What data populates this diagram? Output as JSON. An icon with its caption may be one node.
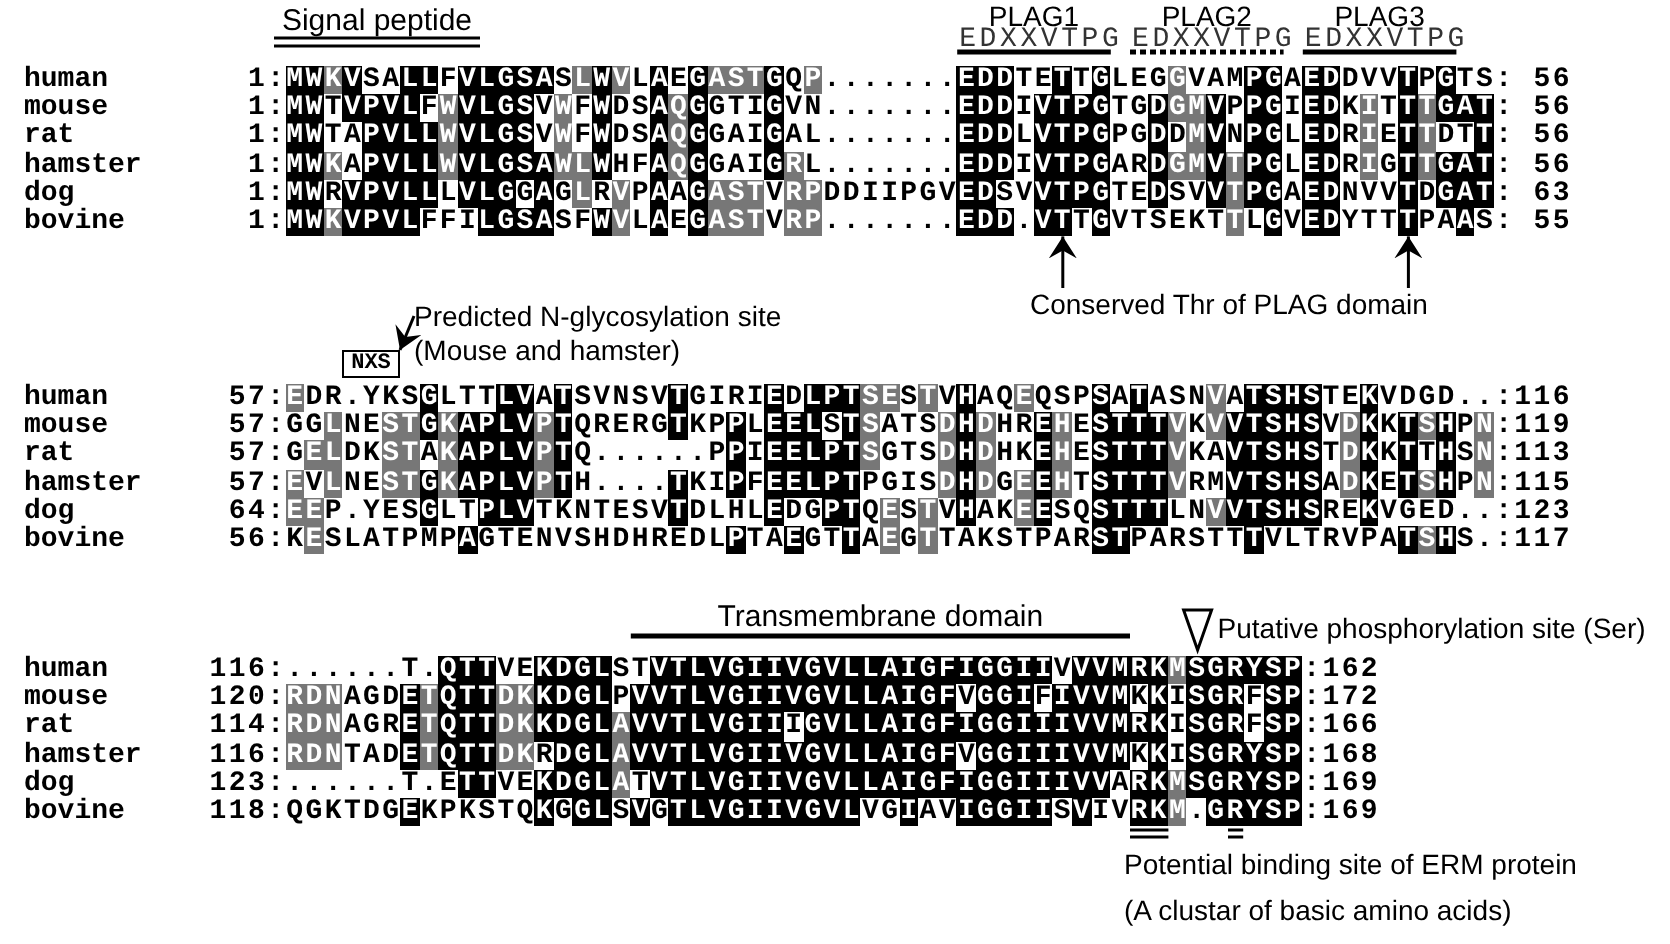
{
  "diagram": {
    "nodes": [
      {
        "text": [
          "Conserved Thr of PLAG domain"
        ]
      },
      {
        "text": [
          "Predicted N-glycosylation site (Mouse and hamster)"
        ]
      },
      {
        "text": [
          "NXS"
        ]
      },
      {
        "text": [
          "1:MWKVPVLFFILGSASFWVLAEGASTVRP.......EDD.VTTGVTSEKTTLGVEDYTTTPAAS: 55"
        ]
      }
    ],
    "edges": [
      {
        "from": 0,
        "to": 3,
        "arrow": "to"
      },
      {
        "from": 0,
        "to": 3,
        "arrow": "to"
      },
      {
        "from": 1,
        "to": 2,
        "arrow": "to"
      }
    ],
    "labels": [
      "Signal peptide",
      "PLAG1",
      "PLAG2",
      "PLAG3",
      "EDXXVTPG",
      "EDXXVTPG",
      "EDXXVTPG",
      "human",
      "1:MWKVSALLFVLGSASLWVLAEGASTGQP.......EDDTETTGLEGGVAMPGAEDDVVTPGTS: 56",
      "mouse",
      "1:MWTVPVLFWVLGSVWFWDSAQGGTIGVN.......EDDIVTPGTGDGMVPPGIEDKITTTGAT: 56",
      "rat",
      "1:MWTAPVLLWVLGSVWFWDSAQGGAIGAL.......EDDLVTPGPGDDMVNPGLEDRIETTDTT: 56",
      "hamster",
      "1:MWKAPVLLWVLGSAWLWHFAQGGAIGRL.......EDDIVTPGARDGMVTPGLEDRIGTTGAT: 56",
      "dog",
      "1:MWRVPVLLLVLGGAGLRVPAAGASTVRPDDIIPGVEDSVVTPGTEDSVVTPGAEDNVVTDGAT: 63",
      "bovine",
      "human",
      "57:EDR.YKSGLTTLVATSVNSVTGIRIEDLPTSESTVHAQEQSPSATASNVATSHSTEKVDGD..:116",
      "mouse",
      "57:GGLNESTGKAPLVPTQRERGTKPPLEELSTSATSDHDHREHESTTTVKVVTSHSVDKKTSHPN:119",
      "rat",
      "57:GELDKSTAKAPLVPTQ......PPIEELPTSGTSDHDHKEHESTTTVKAVTSHSTDKKTTHSN:113",
      "hamster",
      "57:EVLNESTGKAPLVPTH....TKIPFEELPTPGISDHDGEEHTSTTTVRMVTSHSADKETSHPN:115",
      "dog",
      "64:EEP.YESGLTPLVTKNTESVTDLHLEDGPTQESTVHAKEESQSTTTLNVVTSHSREKVGED..:123",
      "bovine",
      "56:KESLATPMPAGTENVSHDHREDLPTAEGTTAEGTTAKSTPARSTPARSTTTVLTRVPATSHS.:117",
      "Transmembrane domain",
      "Putative phosphorylation site (Ser)",
      "human",
      "116:......T.QTTVEKDGLSTVTLVGIIVGVLLAIGFIGGIIVVVMRKMSGRYSP:162",
      "mouse",
      "120:RDNAGDETQTTDKKDGLPVVTLVGIIVGVLLAIGFVGGIFIVVMKKISGRFSP:172",
      "rat",
      "114:RDNAGRETQTTDKKDGLAVVTLVGIIIGVLLAIGFIGGIIIVVMRKISGRFSP:166",
      "hamster",
      "116:RDNTADETQTTDKRDGLAVVTLVGIIVGVLLAIGFVGGIIIVVMKKISGRYSP:168",
      "dog",
      "123:......T.ETTVEKDGLATVTLVGIIVGVLLAIGFIGGIIIVVARKMSGRYSP:169",
      "bovine",
      "118:QGKTDGEKPKSTQKGGLSVGTLVGIIVGVLVGIAVIGGIISVIVRKM.GRYSP:169",
      "Potential binding site of ERM protein (A clustar of basic amino acids)"
    ]
  }
}
